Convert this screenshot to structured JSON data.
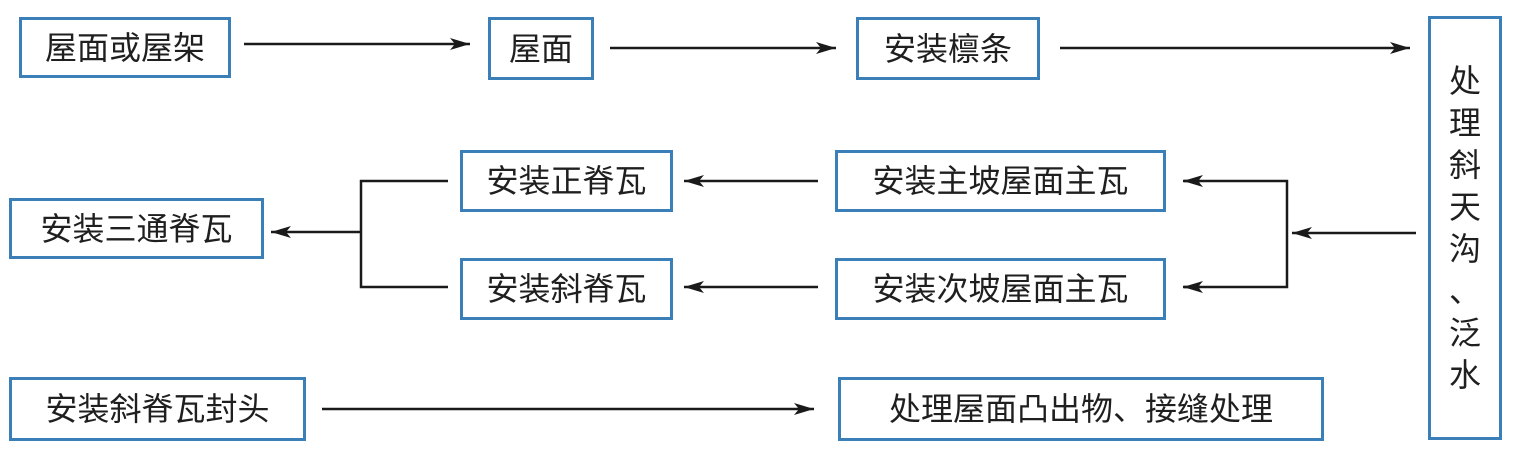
{
  "nodes": {
    "roof_or_truss": "屋面或屋架",
    "roof": "屋面",
    "install_purlins": "安装檩条",
    "handle_valley_flashing": [
      "处",
      "理",
      "斜",
      "天",
      "沟",
      "、",
      "泛",
      "水"
    ],
    "main_slope_tiles": "安装主坡屋面主瓦",
    "secondary_slope_tiles": "安装次坡屋面主瓦",
    "ridge_tiles": "安装正脊瓦",
    "hip_ridge_tiles": "安装斜脊瓦",
    "three_way_ridge_tiles": "安装三通脊瓦",
    "hip_ridge_end_caps": "安装斜脊瓦封头",
    "protrusions_and_joints": "处理屋面凸出物、接缝处理"
  },
  "colors": {
    "box_border": "#3b7fb8",
    "text": "#1f1f1f",
    "line": "#1a1a1a"
  }
}
